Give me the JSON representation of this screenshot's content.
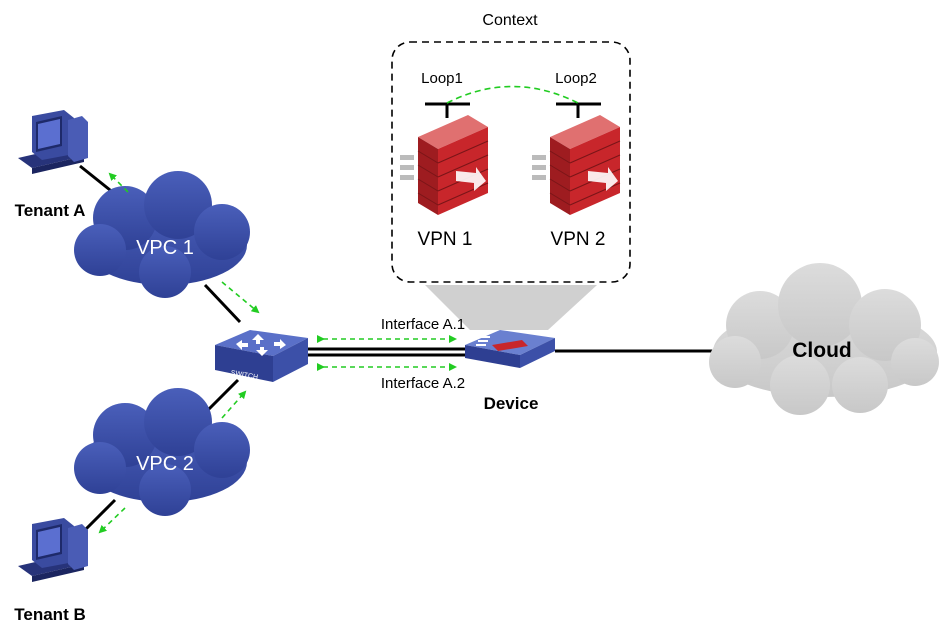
{
  "context": {
    "title": "Context",
    "loop1": "Loop1",
    "loop2": "Loop2",
    "vpn1": "VPN 1",
    "vpn2": "VPN 2"
  },
  "tenants": {
    "a": "Tenant A",
    "b": "Tenant B"
  },
  "vpcs": {
    "vpc1": "VPC 1",
    "vpc2": "VPC 2"
  },
  "switch": {
    "label": "SWITCH"
  },
  "device": {
    "label": "Device",
    "interface_a1": "Interface A.1",
    "interface_a2": "Interface A.2"
  },
  "cloud": {
    "label": "Cloud"
  },
  "colors": {
    "cloud_blue": "#3b4fa8",
    "cloud_gray": "#d3d3d3",
    "arrow_green": "#22cc22",
    "firewall_red": "#c8262b"
  }
}
